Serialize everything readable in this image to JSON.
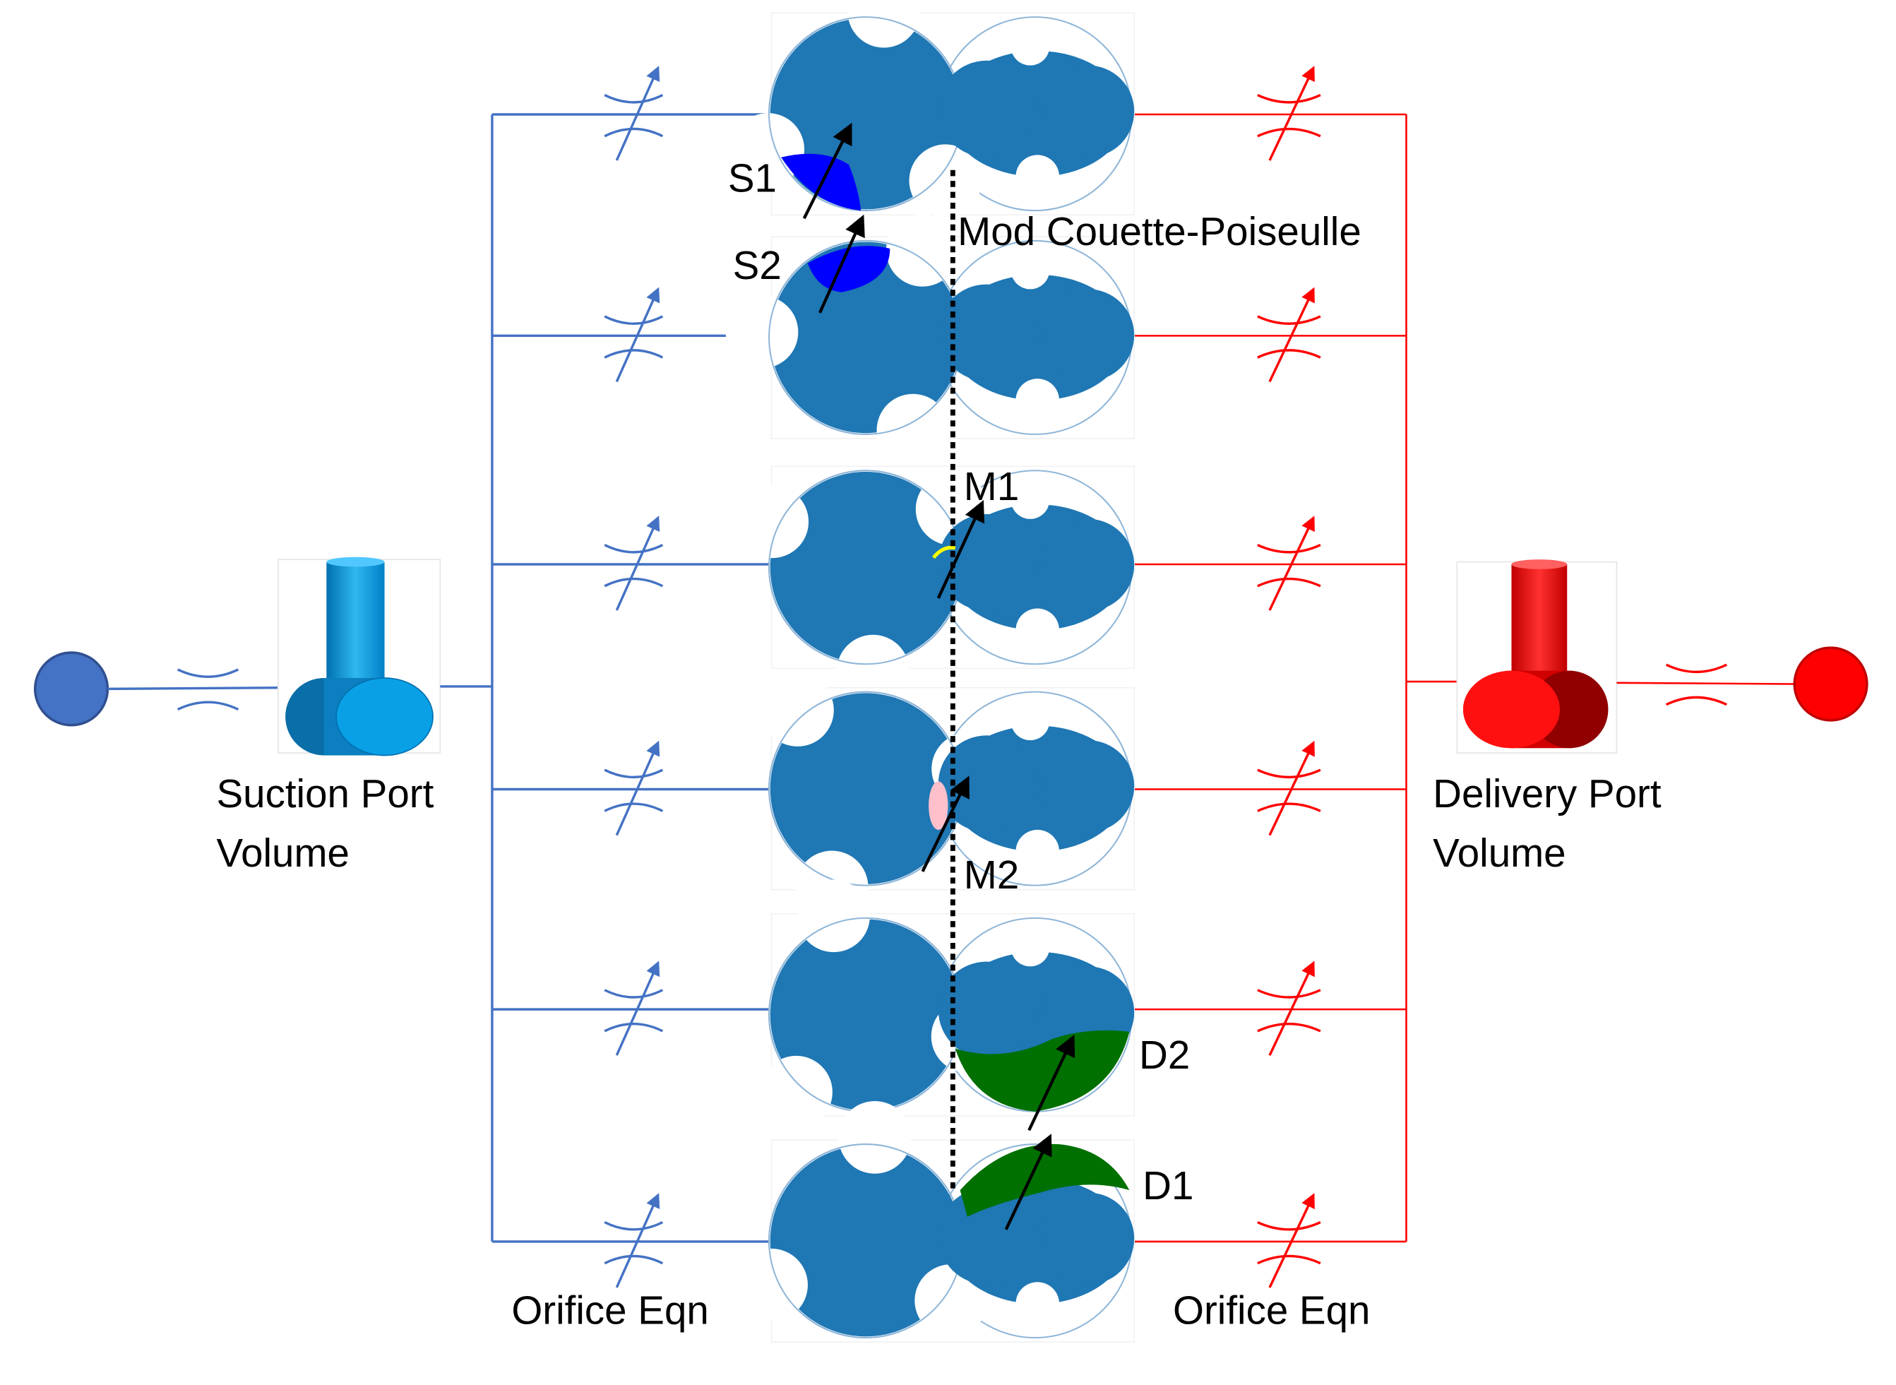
{
  "labels": {
    "suction_line1": "Suction Port",
    "suction_line2": "Volume",
    "delivery_line1": "Delivery Port",
    "delivery_line2": "Volume",
    "orifice_left": "Orifice Eqn",
    "orifice_right": "Orifice Eqn",
    "couette": "Mod Couette-Poiseulle",
    "chambers": {
      "s1": "S1",
      "s2": "S2",
      "m1": "M1",
      "m2": "M2",
      "d2": "D2",
      "d1": "D1"
    }
  },
  "colors": {
    "suction_line": "#4472c4",
    "delivery_line": "#ff0000",
    "rotor_fill": "#1f77b4",
    "suction_chamber": "#0000ff",
    "delivery_chamber": "#007000",
    "mesh_m1": "#ffff00",
    "mesh_m2": "#ffc0cb",
    "suction_node": "#4472c4",
    "delivery_node": "#ff0000",
    "suction_volume": "#00a0e0",
    "delivery_volume": "#e00000"
  },
  "icons": {
    "suction_node": "circle-node-icon",
    "delivery_node": "circle-node-icon",
    "fixed_orifice": "fixed-orifice-icon",
    "variable_orifice": "variable-orifice-icon",
    "port_volume": "port-volume-icon"
  }
}
